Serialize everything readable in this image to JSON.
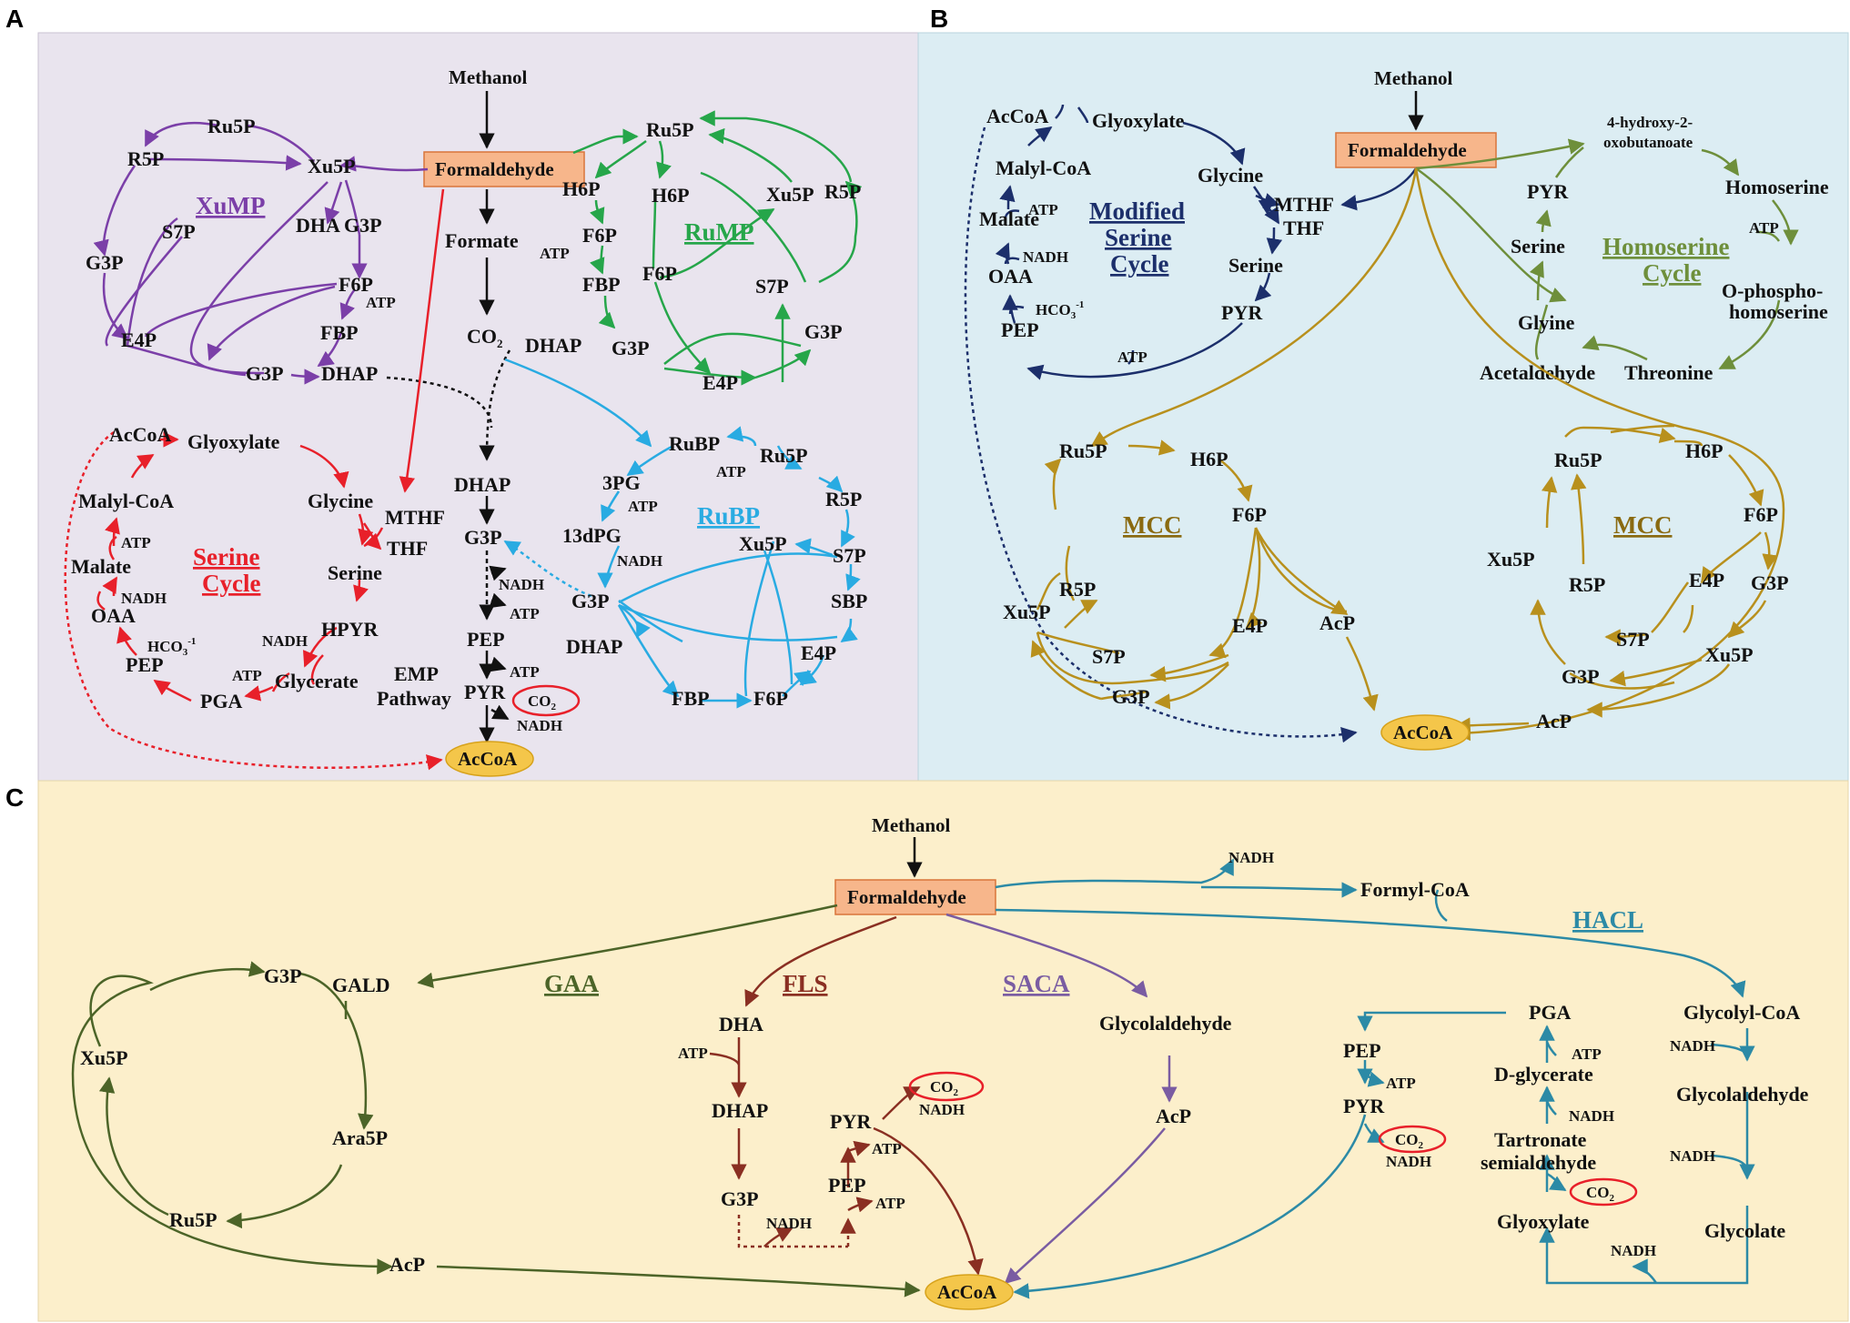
{
  "colors": {
    "panel_a_bg": "#e9e4ee",
    "panel_b_bg": "#dcedf3",
    "panel_c_bg": "#fcefcb",
    "formaldehyde_box": "#f7b68b",
    "accoa_ellipse": "#f4c64a",
    "xump": "#7b3fa8",
    "rump": "#26a64a",
    "rubp": "#29abe2",
    "serine": "#e8202a",
    "modified_serine": "#1c2f6b",
    "homoserine": "#6e8f3b",
    "mcc": "#b8901d",
    "gaa": "#4c6428",
    "fls": "#8a2f22",
    "saca": "#7a5ca2",
    "hacl": "#2c8aa6",
    "black": "#111111"
  },
  "panels": {
    "a": {
      "letter": "A",
      "hub": {
        "methanol": "Methanol",
        "formaldehyde": "Formaldehyde",
        "formate": "Formate",
        "co2": "CO",
        "co2_sub": "2",
        "accoa": "AcCoA"
      },
      "xump": {
        "title": "XuMP",
        "labels": [
          "Ru5P",
          "R5P",
          "Xu5P",
          "DHA",
          "G3P",
          "S7P",
          "G3P",
          "F6P",
          "ATP",
          "FBP",
          "E4P",
          "G3P",
          "DHAP"
        ]
      },
      "rump": {
        "title": "RuMP",
        "labels": [
          "Ru5P",
          "H6P",
          "H6P",
          "F6P",
          "ATP",
          "FBP",
          "F6P",
          "Xu5P",
          "R5P",
          "S7P",
          "G3P",
          "G3P",
          "E4P",
          "DHAP"
        ]
      },
      "rubp": {
        "title": "RuBP",
        "labels": [
          "RuBP",
          "Ru5P",
          "ATP",
          "3PG",
          "ATP",
          "R5P",
          "13dPG",
          "Xu5P",
          "S7P",
          "NADH",
          "G3P",
          "SBP",
          "DHAP",
          "E4P",
          "FBP",
          "F6P"
        ]
      },
      "emp": {
        "labels": [
          "DHAP",
          "G3P",
          "NADH",
          "ATP",
          "PEP",
          "ATP",
          "EMP",
          "Pathway",
          "PYR",
          "NADH"
        ],
        "co2": "CO",
        "co2_sub": "2"
      },
      "serine": {
        "title_line1": "Serine",
        "title_line2": "Cycle",
        "labels": [
          "AcCoA",
          "Glyoxylate",
          "Malyl-CoA",
          "Glycine",
          "MTHF",
          "ATP",
          "THF",
          "Malate",
          "Serine",
          "NADH",
          "OAA",
          "HPYR",
          "NADH",
          "HCO",
          "PEP",
          "ATP",
          "Glycerate",
          "PGA"
        ],
        "hco_sup": "-1",
        "hco_sub": "3"
      }
    },
    "b": {
      "letter": "B",
      "hub": {
        "methanol": "Methanol",
        "formaldehyde": "Formaldehyde",
        "accoa": "AcCoA"
      },
      "modified_serine": {
        "title_line1": "Modified",
        "title_line2": "Serine",
        "title_line3": "Cycle",
        "labels": [
          "AcCoA",
          "Glyoxylate",
          "Malyl-CoA",
          "Glycine",
          "ATP",
          "MTHF",
          "Malate",
          "THF",
          "NADH",
          "Serine",
          "OAA",
          "HCO",
          "PEP",
          "PYR",
          "ATP"
        ],
        "hco_sup": "-1",
        "hco_sub": "3"
      },
      "homoserine": {
        "title_line1": "Homoserine",
        "title_line2": "Cycle",
        "labels": [
          "4-hydroxy-2-",
          "oxobutanoate",
          "PYR",
          "Homoserine",
          "Serine",
          "ATP",
          "O-phospho-",
          "homoserine",
          "Glyine",
          "Acetaldehyde",
          "Threonine"
        ]
      },
      "mcc_left": {
        "title": "MCC",
        "labels": [
          "Ru5P",
          "H6P",
          "F6P",
          "R5P",
          "Xu5P",
          "E4P",
          "S7P",
          "G3P",
          "AcP"
        ]
      },
      "mcc_right": {
        "title": "MCC",
        "labels": [
          "Ru5P",
          "H6P",
          "F6P",
          "Xu5P",
          "R5P",
          "E4P",
          "G3P",
          "S7P",
          "Xu5P",
          "G3P",
          "AcP"
        ]
      }
    },
    "c": {
      "letter": "C",
      "hub": {
        "methanol": "Methanol",
        "formaldehyde": "Formaldehyde",
        "accoa": "AcCoA"
      },
      "gaa": {
        "title": "GAA",
        "labels": [
          "G3P",
          "GALD",
          "Xu5P",
          "Ara5P",
          "Ru5P",
          "AcP"
        ]
      },
      "fls": {
        "title": "FLS",
        "labels": [
          "DHA",
          "ATP",
          "DHAP",
          "PYR",
          "NADH",
          "ATP",
          "PEP",
          "ATP",
          "G3P",
          "NADH"
        ],
        "co2": "CO",
        "co2_sub": "2"
      },
      "saca": {
        "title": "SACA",
        "labels": [
          "Glycolaldehyde",
          "AcP"
        ]
      },
      "hacl": {
        "title": "HACL",
        "labels": [
          "NADH",
          "Formyl-CoA",
          "PGA",
          "Glycolyl-CoA",
          "PEP",
          "ATP",
          "ATP",
          "PYR",
          "D-glycerate",
          "NADH",
          "Glycolaldehyde",
          "NADH",
          "NADH",
          "Tartronate",
          "semialdehyde",
          "NADH",
          "Glyoxylate",
          "Glycolate",
          "NADH"
        ],
        "co2": "CO",
        "co2_sub": "2"
      }
    }
  }
}
